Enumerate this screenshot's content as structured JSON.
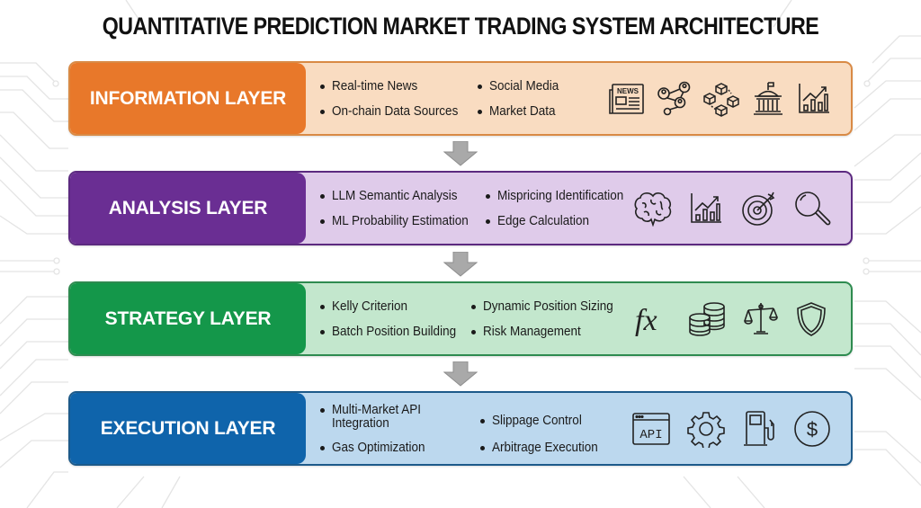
{
  "title": "QUANTITATIVE PREDICTION MARKET TRADING SYSTEM ARCHITECTURE",
  "layers": [
    {
      "label": "INFORMATION LAYER",
      "color": "#e8782a",
      "fill": "#f9dcc1",
      "border": "#d98a45",
      "bullets": [
        "Real-time News",
        "Social Media",
        "On-chain Data Sources",
        "Market Data"
      ],
      "icons": [
        "newspaper-icon",
        "social-network-icon",
        "blockchain-icon",
        "government-building-icon",
        "growth-chart-icon"
      ],
      "icon_text": {
        "news": "NEWS"
      }
    },
    {
      "label": "ANALYSIS LAYER",
      "color": "#6a2e93",
      "fill": "#dfcbea",
      "border": "#5c2a80",
      "bullets": [
        "LLM Semantic Analysis",
        "Mispricing Identification",
        "ML Probability Estimation",
        "Edge Calculation"
      ],
      "icons": [
        "brain-icon",
        "growth-chart-icon",
        "target-icon",
        "magnifier-icon"
      ]
    },
    {
      "label": "STRATEGY LAYER",
      "color": "#14974a",
      "fill": "#c3e7cd",
      "border": "#2e8b50",
      "bullets": [
        "Kelly Criterion",
        "Dynamic Position Sizing",
        "Batch Position Building",
        "Risk Management"
      ],
      "icons": [
        "function-fx-icon",
        "coin-stacks-icon",
        "balance-scale-icon",
        "shield-icon"
      ],
      "icon_text": {
        "fx": "fx"
      }
    },
    {
      "label": "EXECUTION LAYER",
      "color": "#0f64ab",
      "fill": "#bcd8ee",
      "border": "#1d5a8a",
      "bullets": [
        "Multi-Market API Integration",
        "Slippage Control",
        "Gas Optimization",
        "Arbitrage Execution"
      ],
      "icons": [
        "api-window-icon",
        "gear-icon",
        "gas-pump-icon",
        "dollar-coin-icon"
      ],
      "icon_text": {
        "api": "API",
        "dollar": "$"
      }
    }
  ],
  "arrows": [
    "down-arrow",
    "down-arrow",
    "down-arrow"
  ],
  "colors": {
    "arrow": "#a9a9a9",
    "icon_stroke": "#222222",
    "circuit": "#e6e6e6"
  }
}
